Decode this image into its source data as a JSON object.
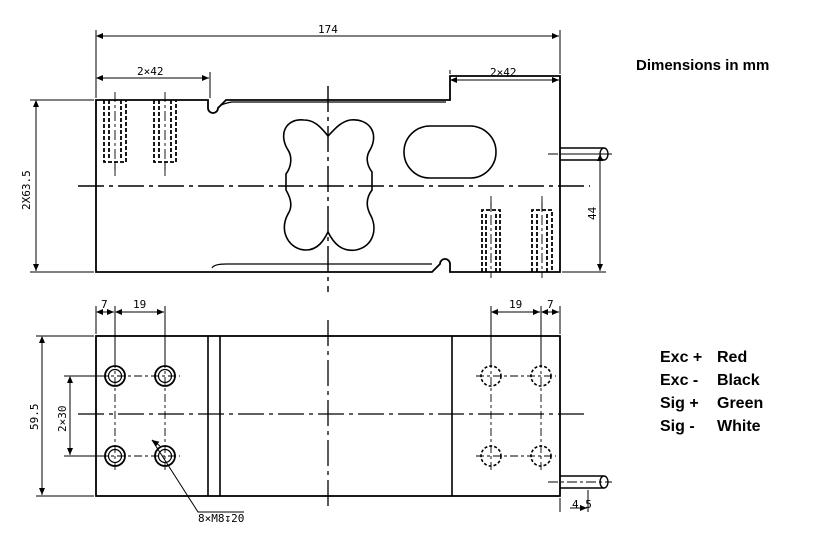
{
  "title": "Dimensions in mm",
  "dimensions": {
    "overall_length": "174",
    "top_left_spacing": "2×42",
    "top_right_spacing": "2×42",
    "left_height": "2X63.5",
    "right_height": "44",
    "bottom_left_7": "7",
    "bottom_left_19": "19",
    "bottom_right_19": "19",
    "bottom_right_7": "7",
    "bottom_height": "59.5",
    "bottom_spacing": "2×30",
    "thread_callout": "8×M8↧20",
    "cable_offset": "4.5"
  },
  "wiring": [
    {
      "signal": "Exc +",
      "color": "Red"
    },
    {
      "signal": "Exc -",
      "color": "Black"
    },
    {
      "signal": "Sig +",
      "color": "Green"
    },
    {
      "signal": "Sig -",
      "color": "White"
    }
  ]
}
